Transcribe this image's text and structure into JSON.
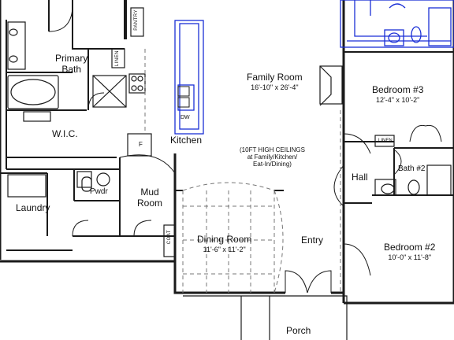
{
  "rooms": {
    "family_room": {
      "name": "Family Room",
      "dims": "16'-10\" x 26'-4\""
    },
    "bedroom3": {
      "name": "Bedroom #3",
      "dims": "12'-4\" x 10'-2\""
    },
    "primary_bath": {
      "name": "Primary\nBath"
    },
    "wic": {
      "name": "W.I.C."
    },
    "kitchen": {
      "name": "Kitchen"
    },
    "laundry": {
      "name": "Laundry"
    },
    "powder": {
      "name": "Pwdr"
    },
    "mud_room": {
      "name": "Mud\nRoom"
    },
    "dining_room": {
      "name": "Dining Room",
      "dims": "11'-6\" x 11'-2\""
    },
    "entry": {
      "name": "Entry"
    },
    "hall": {
      "name": "Hall"
    },
    "bath2": {
      "name": "Bath #2"
    },
    "bedroom2": {
      "name": "Bedroom #2",
      "dims": "10'-0\" x 11'-8\""
    },
    "porch": {
      "name": "Porch"
    }
  },
  "fixtures": {
    "pantry": "PANTRY",
    "linen_primary": "LINEN",
    "linen_hall": "LINEN",
    "coat": "COAT",
    "dishwasher": "DW",
    "fridge": "F"
  },
  "notes": {
    "ceiling": "(10FT HIGH CEILINGS\nat Family/Kitchen/\nEat-In/Dining)"
  },
  "colors": {
    "walls": "#1a1a1a",
    "highlight": "#1a2fd6",
    "dashed": "#777777"
  }
}
